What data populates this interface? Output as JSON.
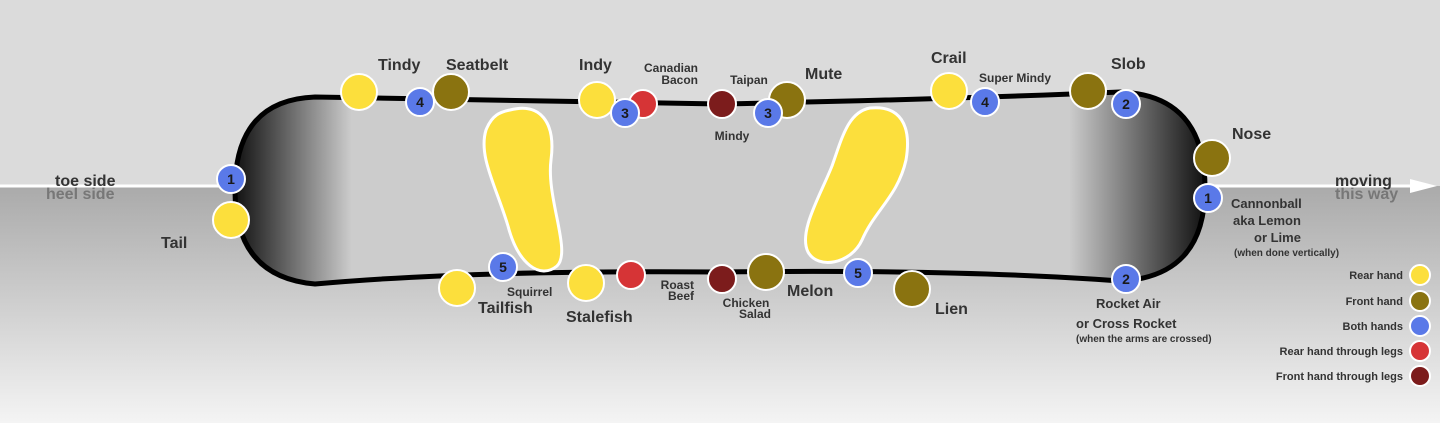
{
  "sides": {
    "toe": "toe side",
    "heel": "heel side",
    "moving_1": "moving",
    "moving_2": "this way"
  },
  "colors": {
    "rear": "#fcdf3c",
    "front": "#8a7310",
    "both": "#5a79e8",
    "rear_legs": "#d63436",
    "front_legs": "#7c1c1c"
  },
  "legend": [
    {
      "label": "Rear hand",
      "type": "rear"
    },
    {
      "label": "Front hand",
      "type": "front"
    },
    {
      "label": "Both hands",
      "type": "both"
    },
    {
      "label": "Rear hand through legs",
      "type": "rear_legs"
    },
    {
      "label": "Front hand through legs",
      "type": "front_legs"
    }
  ],
  "grabs": [
    {
      "id": "tindy",
      "name": "Tindy",
      "type": "rear"
    },
    {
      "id": "tindy-num",
      "type": "both",
      "num": "4"
    },
    {
      "id": "seatbelt",
      "name": "Seatbelt",
      "type": "front"
    },
    {
      "id": "indy",
      "name": "Indy",
      "type": "rear"
    },
    {
      "id": "indy-num",
      "type": "both",
      "num": "3"
    },
    {
      "id": "canadian-bacon",
      "name_lines": [
        "Canadian",
        "Bacon"
      ],
      "type": "rear_legs"
    },
    {
      "id": "taipan",
      "name": "Taipan",
      "type": "front_legs"
    },
    {
      "id": "mindy",
      "name": "Mindy",
      "type": "both",
      "num": "3"
    },
    {
      "id": "mute",
      "name": "Mute",
      "type": "front"
    },
    {
      "id": "crail",
      "name": "Crail",
      "type": "rear"
    },
    {
      "id": "super-mindy",
      "name": "Super Mindy",
      "type": "both",
      "num": "4"
    },
    {
      "id": "slob",
      "name": "Slob",
      "type": "front"
    },
    {
      "id": "slob-num",
      "type": "both",
      "num": "2"
    },
    {
      "id": "nose",
      "name": "Nose",
      "type": "front"
    },
    {
      "id": "cannonball",
      "name_lines": [
        "Cannonball",
        "aka Lemon",
        "or Lime"
      ],
      "note": "(when done vertically)",
      "type": "both",
      "num": "1"
    },
    {
      "id": "tail-num",
      "type": "both",
      "num": "1"
    },
    {
      "id": "tail",
      "name": "Tail",
      "type": "rear"
    },
    {
      "id": "tailfish",
      "name": "Tailfish",
      "type": "rear"
    },
    {
      "id": "squirrel",
      "name": "Squirrel",
      "type": "both",
      "num": "5"
    },
    {
      "id": "stalefish",
      "name": "Stalefish",
      "type": "rear"
    },
    {
      "id": "roast-beef",
      "name_lines": [
        "Roast",
        "Beef"
      ],
      "type": "rear_legs"
    },
    {
      "id": "chicken-salad",
      "name_lines": [
        "Chicken",
        "Salad"
      ],
      "type": "front_legs"
    },
    {
      "id": "melon",
      "name": "Melon",
      "type": "front"
    },
    {
      "id": "melon-num",
      "type": "both",
      "num": "5"
    },
    {
      "id": "lien",
      "name": "Lien",
      "type": "front"
    },
    {
      "id": "rocket-air",
      "name_lines": [
        "Rocket Air",
        "or Cross Rocket"
      ],
      "note": "(when the arms are crossed)",
      "type": "both",
      "num": "2"
    }
  ]
}
